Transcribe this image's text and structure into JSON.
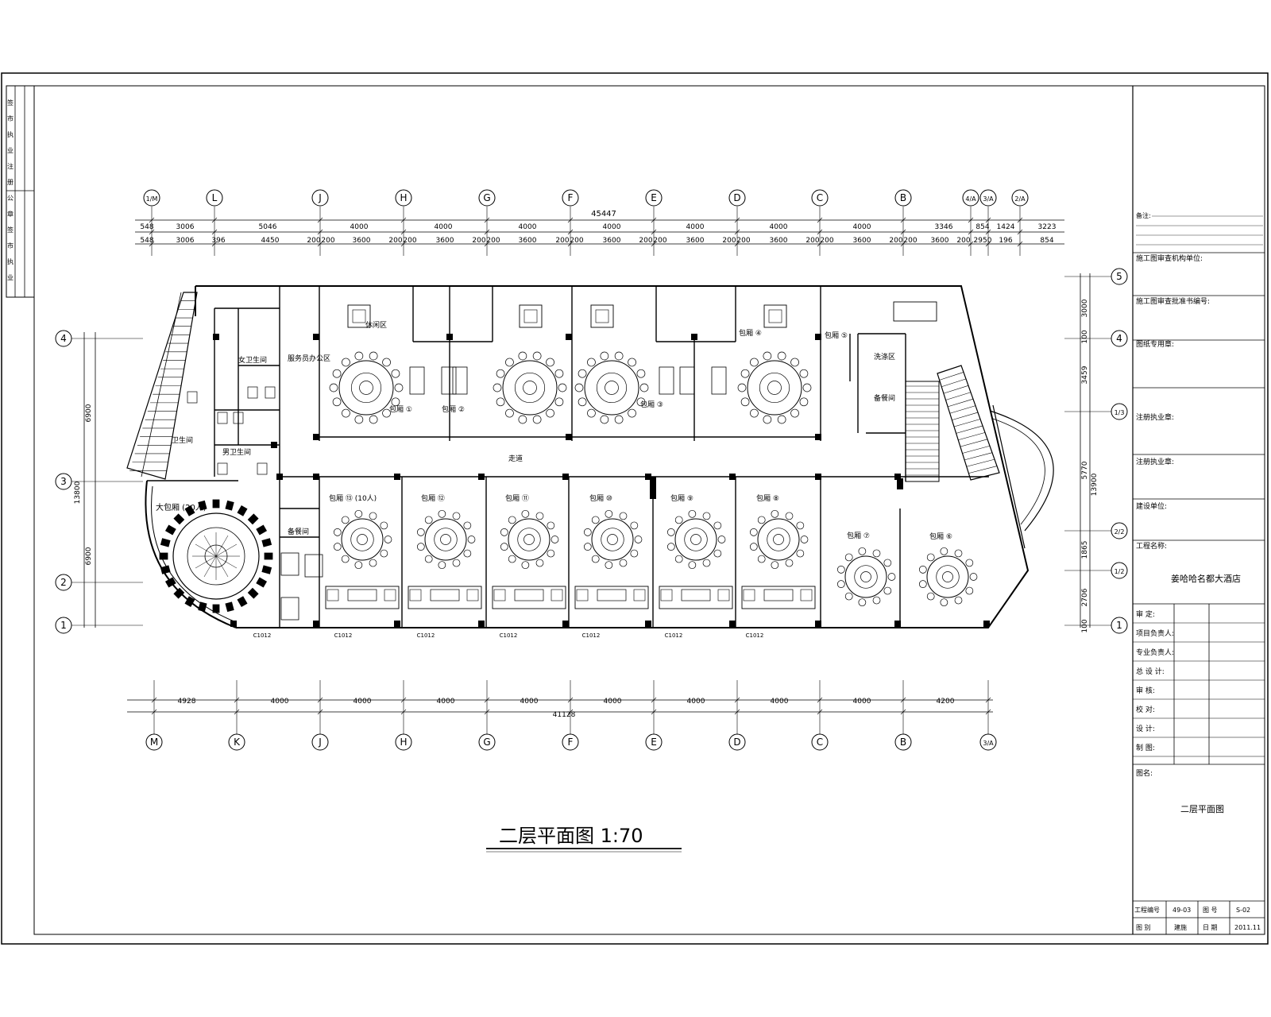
{
  "drawing": {
    "title": "二层平面图 1:70",
    "project_name": "姜哈哈名都大酒店",
    "drawing_name": "二层平面图"
  },
  "grid_top": [
    "1/M",
    "L",
    "J",
    "H",
    "G",
    "F",
    "E",
    "D",
    "C",
    "B",
    "4/A",
    "3/A",
    "2/A"
  ],
  "grid_bottom": [
    "M",
    "K",
    "J",
    "H",
    "G",
    "F",
    "E",
    "D",
    "C",
    "B",
    "3/A"
  ],
  "grid_left": [
    "4",
    "3",
    "2",
    "1"
  ],
  "grid_right": [
    "5",
    "4",
    "1/3",
    "2/2",
    "1/2",
    "1"
  ],
  "dims_top_total": "45447",
  "dims_top_row1": [
    "548",
    "3006",
    "5046",
    "4000",
    "4000",
    "4000",
    "4000",
    "4000",
    "4000",
    "4000",
    "3346",
    "854",
    "1424",
    "3223"
  ],
  "dims_top_row2": [
    "548",
    "3006",
    "396",
    "4450",
    "200",
    "200",
    "3600",
    "200",
    "200",
    "3600",
    "200",
    "200",
    "3600",
    "200",
    "200",
    "3600",
    "200",
    "200",
    "3600",
    "200",
    "200",
    "3600",
    "200",
    "200",
    "3600",
    "200",
    "200",
    "3600",
    "200",
    "2950",
    "196",
    "854",
    "1424",
    "3223"
  ],
  "dims_bottom": [
    "4928",
    "4000",
    "4000",
    "4000",
    "4000",
    "4000",
    "4000",
    "4000",
    "4000",
    "4200"
  ],
  "dims_bottom_total": "41128",
  "dims_left": [
    "6900",
    "13800",
    "6900"
  ],
  "dims_right": [
    "3000",
    "100",
    "3459",
    "5770",
    "13900",
    "1865",
    "2706",
    "100"
  ],
  "rooms": {
    "r1": "包厢 ①",
    "r2": "包厢 ②",
    "r3": "包厢 ③",
    "r4": "包厢 ④",
    "r5": "包厢 ⑤",
    "r6": "包厢 ⑥",
    "r7": "包厢 ⑦",
    "r8": "包厢 ⑧",
    "r9": "包厢 ⑨",
    "r10": "包厢 ⑩",
    "r11": "包厢 ⑪",
    "r12": "包厢 ⑫",
    "r13": "包厢 ⑬ (10人)",
    "big": "大包厢 (20人)",
    "female_wc": "女卫生间",
    "male_wc": "男卫生间",
    "wc": "卫生间",
    "corridor": "走道",
    "wash": "洗涤区",
    "prep": "备餐间",
    "service": "备餐间",
    "lounge": "休闲区",
    "staff": "服务员办公区"
  },
  "window_tag": "C1012",
  "title_block": {
    "note_label": "备注:",
    "rows": [
      "施工图审查机构单位:",
      "施工图审查批准书编号:",
      "图纸专用章:",
      "注册执业章:",
      "注册执业章:",
      "建设单位:",
      "工程名称:"
    ],
    "project_name": "姜哈哈名都大酒店",
    "roles": [
      "审 定:",
      "项目负责人:",
      "专业负责人:",
      "总 设 计:",
      "审 核:",
      "校 对:",
      "设 计:",
      "制 图:"
    ],
    "drawing_label": "图名:",
    "drawing_name": "二层平面图",
    "project_no_label": "工程编号",
    "project_no": "49-03",
    "sheet_label": "图 号",
    "sheet_no": "S-02",
    "category_label": "图 别",
    "category": "建施",
    "date_label": "日 期",
    "date": "2011.11"
  },
  "left_strip": [
    "签",
    "市",
    "执",
    "业",
    "注",
    "册",
    "公",
    "章",
    "签",
    "市",
    "执",
    "业"
  ]
}
